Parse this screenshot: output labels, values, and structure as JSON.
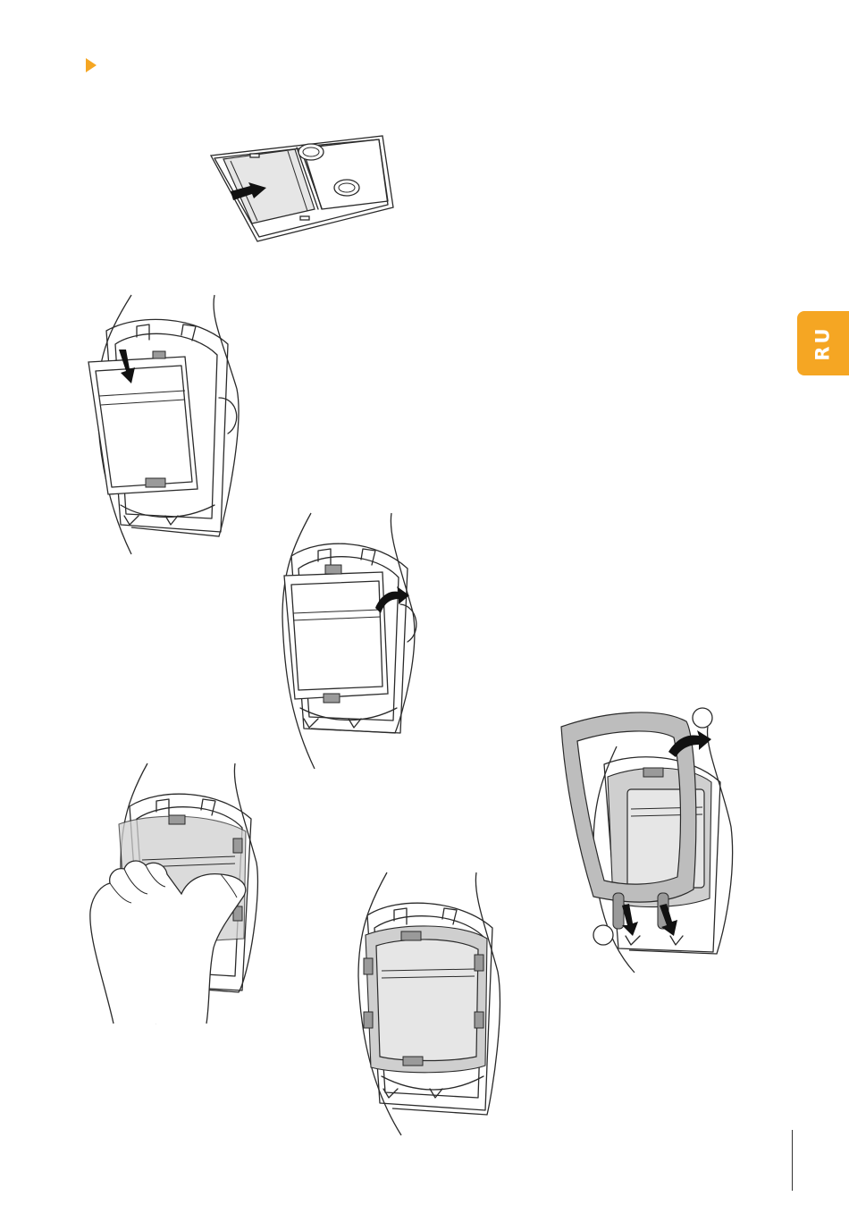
{
  "sidebar": {
    "language_tab": "RU"
  },
  "illustrations": [
    {
      "id": "filter-package",
      "icon": "filter-package-illustration"
    },
    {
      "id": "step-insert-filter",
      "icon": "device-insert-filter-illustration"
    },
    {
      "id": "step-tilt-filter",
      "icon": "device-tilt-filter-illustration"
    },
    {
      "id": "step-press-filter",
      "icon": "hand-press-filter-illustration"
    },
    {
      "id": "step-filter-seated",
      "icon": "device-filter-seated-illustration"
    },
    {
      "id": "step-attach-cover",
      "icon": "device-attach-cover-illustration"
    }
  ],
  "colors": {
    "accent": "#f5a623",
    "line": "#2a2a2a",
    "fill_light": "#e6e6e6",
    "fill_mid": "#bdbdbd"
  }
}
